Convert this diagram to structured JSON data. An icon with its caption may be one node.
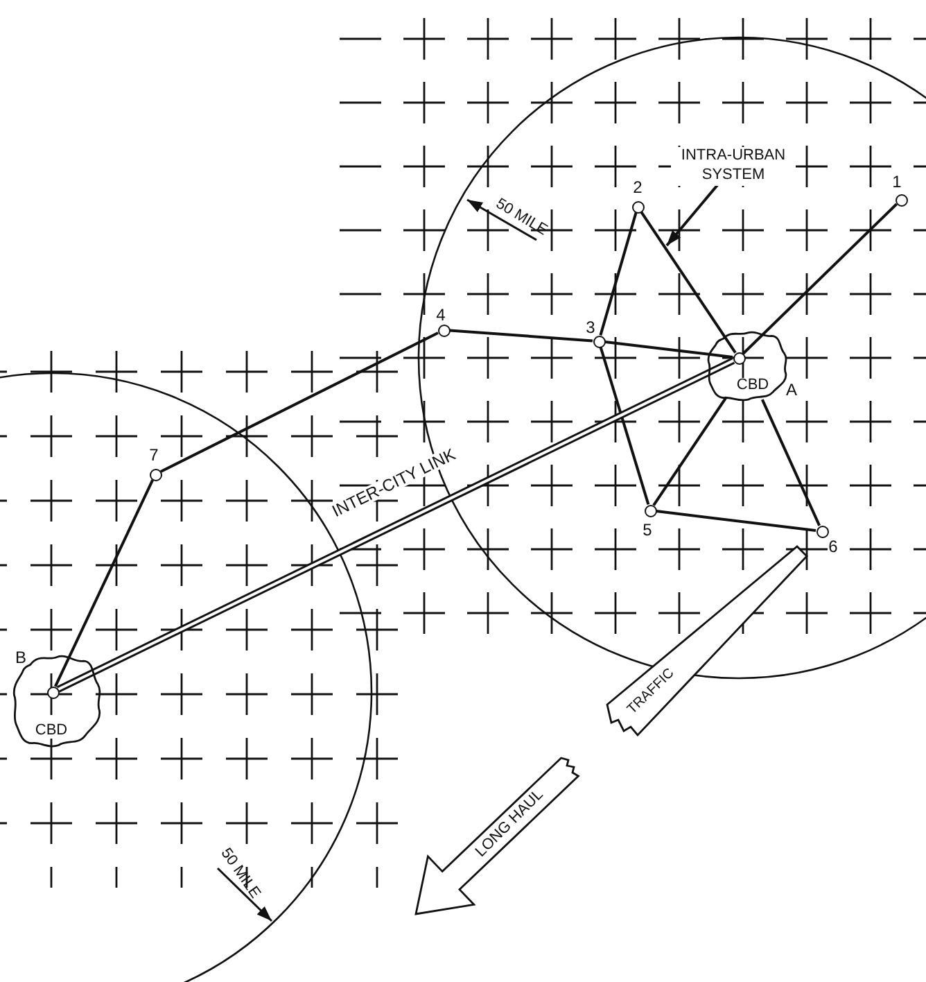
{
  "diagram": {
    "nodes": [
      {
        "text": [],
        "shape": "circle",
        "beside": [
          "1"
        ]
      },
      {
        "text": [],
        "shape": "circle",
        "beside": [
          "2"
        ]
      },
      {
        "text": [],
        "shape": "circle",
        "beside": [
          "3"
        ]
      },
      {
        "text": [],
        "shape": "circle",
        "beside": [
          "4"
        ]
      },
      {
        "text": [],
        "shape": "circle",
        "beside": [
          "5"
        ]
      },
      {
        "text": [],
        "shape": "circle",
        "beside": [
          "6"
        ]
      },
      {
        "text": [],
        "shape": "circle",
        "beside": [
          "7"
        ]
      },
      {
        "text": [
          "CBD"
        ],
        "beside": [
          "A"
        ]
      },
      {
        "text": [],
        "shape": "circle",
        "in": 7
      },
      {
        "text": [
          "CBD"
        ],
        "beside": [
          "B"
        ]
      },
      {
        "text": [],
        "shape": "circle",
        "in": 9
      },
      {
        "text": [
          "INTRA-URBAN SYSTEM"
        ]
      }
    ],
    "edges": [
      {
        "from": 8,
        "to": 0,
        "arrow": "none"
      },
      {
        "from": 1,
        "to": 8,
        "arrow": "none"
      },
      {
        "from": 1,
        "to": 2,
        "arrow": "none"
      },
      {
        "from": 3,
        "to": 2,
        "arrow": "none"
      },
      {
        "from": 2,
        "to": 8,
        "arrow": "none"
      },
      {
        "from": 2,
        "to": 4,
        "arrow": "none"
      },
      {
        "from": 4,
        "to": 7,
        "arrow": "none"
      },
      {
        "from": 4,
        "to": 5,
        "arrow": "none"
      },
      {
        "from": 5,
        "to": 7,
        "arrow": "none"
      },
      {
        "from": 6,
        "to": 3,
        "arrow": "none"
      },
      {
        "from": 10,
        "to": 6,
        "arrow": "none"
      },
      {
        "from": 10,
        "to": 8,
        "arrow": "none",
        "label": "INTER-CITY LINK",
        "style": "thick"
      },
      {
        "from": 11,
        "to": null,
        "arrow": "to"
      }
    ],
    "labels": [
      "50 MILE",
      "TRAFFIC",
      "LONG HAUL",
      "50 MILE"
    ]
  }
}
